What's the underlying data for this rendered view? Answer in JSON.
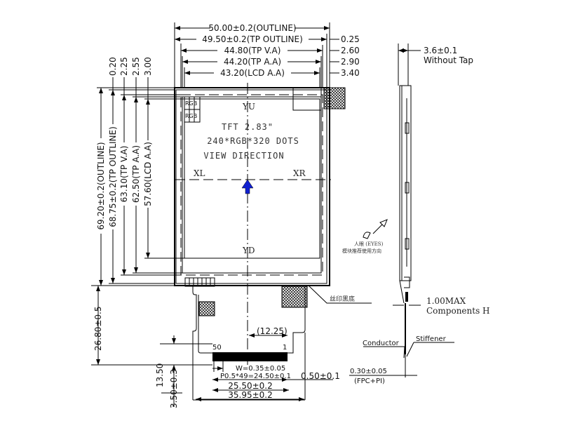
{
  "top_dims": {
    "outline": "50.00±0.2(OUTLINE)",
    "tp_outline": "49.50±0.2(TP OUTLINE)",
    "tp_va": "44.80(TP V.A)",
    "tp_aa": "44.20(TP A.A)",
    "lcd_aa": "43.20(LCD A.A)",
    "offsets": [
      "0.25",
      "2.60",
      "2.90",
      "3.40"
    ]
  },
  "left_dims": {
    "outline": "69.20±0.2(OUTLINE)",
    "tp_outline": "68.75±0.2(TP OUTLINE)",
    "tp_va": "63.10(TP V.A)",
    "tp_aa": "62.50(TP A.A)",
    "lcd_aa": "57.60(LCD A.A)",
    "offsets": [
      "0.20",
      "2.25",
      "2.55",
      "3.00"
    ]
  },
  "panel": {
    "rgb1": "RGB",
    "rgb2": "RGB",
    "yu": "YU",
    "yd": "YD",
    "xl": "XL",
    "xr": "XR",
    "line1": "TFT 2.83\"",
    "line2": "240*RGB*320 DOTS",
    "line3": "VIEW DIRECTION",
    "silk_label": "丝印黑底"
  },
  "fpc": {
    "length": "26.80±0.5",
    "offset_1225": "(12.25)",
    "pin_50": "50",
    "pin_1": "1",
    "width": "W=0.35±0.05",
    "pitch": "P0.5*49=24.50±0.1",
    "edge": "0.50±0.1",
    "contact_span": "25.50±0.2",
    "fpc_width": "35.95±0.2",
    "d1350": "13.50",
    "d350": "3.50±0.3"
  },
  "side": {
    "thickness": "3.6±0.1",
    "without_tape": "Without Tap",
    "eyes": "人眼 (EYES)",
    "recommend": "模块推荐使用方向",
    "max": "1.00MAX",
    "components": "Components H",
    "conductor": "Conductor",
    "stiffener": "Stiffener",
    "fpc_thk": "0.30±0.05",
    "fpc_pi": "(FPC+PI)"
  },
  "colors": {
    "arrow": "#1020d0",
    "line": "#000000"
  }
}
